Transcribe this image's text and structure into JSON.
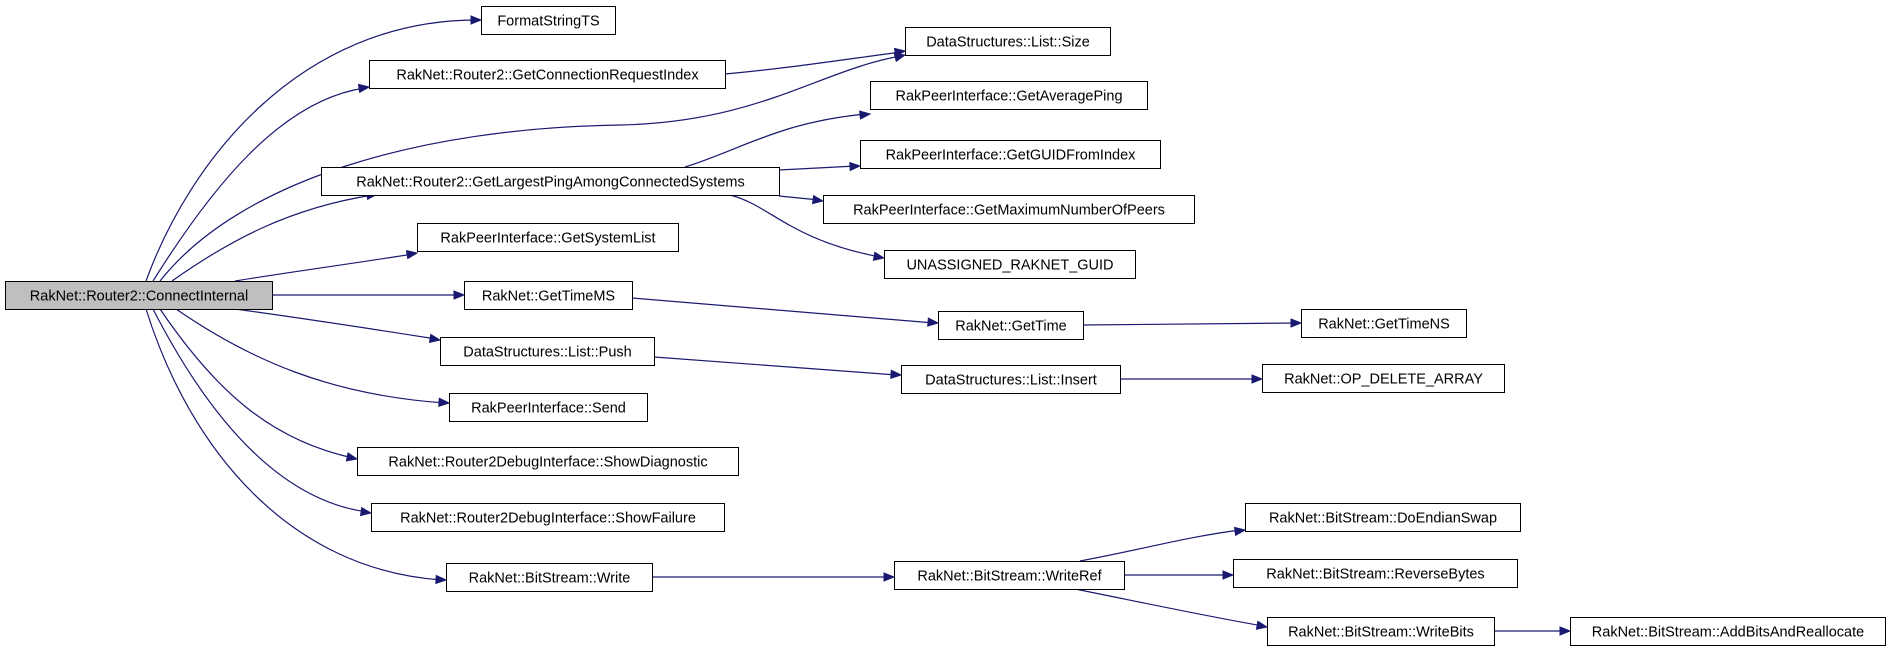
{
  "diagram": {
    "type": "call-graph",
    "edge_color": "#191970",
    "root_fill": "#bfbfbf",
    "nodes": [
      {
        "id": "n0",
        "label": "RakNet::Router2::ConnectInternal",
        "root": true
      },
      {
        "id": "n1",
        "label": "FormatStringTS"
      },
      {
        "id": "n2",
        "label": "RakNet::Router2::GetConnectionRequestIndex"
      },
      {
        "id": "n3",
        "label": "DataStructures::List::Size"
      },
      {
        "id": "n4",
        "label": "RakNet::Router2::GetLargestPingAmongConnectedSystems"
      },
      {
        "id": "n5",
        "label": "RakPeerInterface::GetAveragePing"
      },
      {
        "id": "n6",
        "label": "RakPeerInterface::GetGUIDFromIndex"
      },
      {
        "id": "n7",
        "label": "RakPeerInterface::GetMaximumNumberOfPeers"
      },
      {
        "id": "n8",
        "label": "UNASSIGNED_RAKNET_GUID"
      },
      {
        "id": "n9",
        "label": "RakPeerInterface::GetSystemList"
      },
      {
        "id": "n10",
        "label": "RakNet::GetTimeMS"
      },
      {
        "id": "n11",
        "label": "RakNet::GetTime"
      },
      {
        "id": "n12",
        "label": "RakNet::GetTimeNS"
      },
      {
        "id": "n13",
        "label": "DataStructures::List::Push"
      },
      {
        "id": "n14",
        "label": "DataStructures::List::Insert"
      },
      {
        "id": "n15",
        "label": "RakNet::OP_DELETE_ARRAY"
      },
      {
        "id": "n16",
        "label": "RakPeerInterface::Send"
      },
      {
        "id": "n17",
        "label": "RakNet::Router2DebugInterface::ShowDiagnostic"
      },
      {
        "id": "n18",
        "label": "RakNet::Router2DebugInterface::ShowFailure"
      },
      {
        "id": "n19",
        "label": "RakNet::BitStream::Write"
      },
      {
        "id": "n20",
        "label": "RakNet::BitStream::WriteRef"
      },
      {
        "id": "n21",
        "label": "RakNet::BitStream::DoEndianSwap"
      },
      {
        "id": "n22",
        "label": "RakNet::BitStream::ReverseBytes"
      },
      {
        "id": "n23",
        "label": "RakNet::BitStream::WriteBits"
      },
      {
        "id": "n24",
        "label": "RakNet::BitStream::AddBitsAndReallocate"
      }
    ],
    "edges": [
      {
        "from": "n0",
        "to": "n1"
      },
      {
        "from": "n0",
        "to": "n2"
      },
      {
        "from": "n0",
        "to": "n3"
      },
      {
        "from": "n0",
        "to": "n4"
      },
      {
        "from": "n0",
        "to": "n9"
      },
      {
        "from": "n0",
        "to": "n10"
      },
      {
        "from": "n0",
        "to": "n13"
      },
      {
        "from": "n0",
        "to": "n16"
      },
      {
        "from": "n0",
        "to": "n17"
      },
      {
        "from": "n0",
        "to": "n18"
      },
      {
        "from": "n0",
        "to": "n19"
      },
      {
        "from": "n2",
        "to": "n3"
      },
      {
        "from": "n4",
        "to": "n5"
      },
      {
        "from": "n4",
        "to": "n6"
      },
      {
        "from": "n4",
        "to": "n7"
      },
      {
        "from": "n4",
        "to": "n8"
      },
      {
        "from": "n10",
        "to": "n11"
      },
      {
        "from": "n11",
        "to": "n12"
      },
      {
        "from": "n13",
        "to": "n14"
      },
      {
        "from": "n14",
        "to": "n15"
      },
      {
        "from": "n19",
        "to": "n20"
      },
      {
        "from": "n20",
        "to": "n21"
      },
      {
        "from": "n20",
        "to": "n22"
      },
      {
        "from": "n20",
        "to": "n23"
      },
      {
        "from": "n23",
        "to": "n24"
      }
    ]
  }
}
